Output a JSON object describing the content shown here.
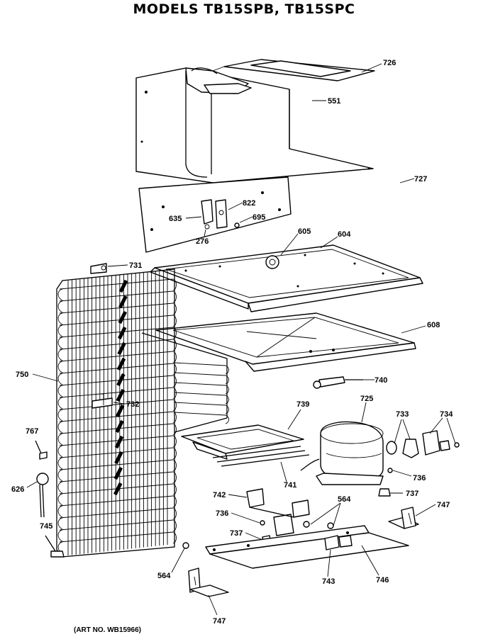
{
  "title": "MODELS TB15SPB, TB15SPC",
  "art_number": "(ART NO. WB15966)",
  "callouts": {
    "c726": "726",
    "c551": "551",
    "c727": "727",
    "c822": "822",
    "c635": "635",
    "c695": "695",
    "c276": "276",
    "c605": "605",
    "c604": "604",
    "c731": "731",
    "c608": "608",
    "c750": "750",
    "c740": "740",
    "c732": "732",
    "c725": "725",
    "c739": "739",
    "c733": "733",
    "c734": "734",
    "c767": "767",
    "c736a": "736",
    "c741": "741",
    "c626": "626",
    "c737a": "737",
    "c742": "742",
    "c564a": "564",
    "c747a": "747",
    "c736b": "736",
    "c737b": "737",
    "c745": "745",
    "c564b": "564",
    "c743": "743",
    "c746": "746",
    "c747b": "747"
  }
}
